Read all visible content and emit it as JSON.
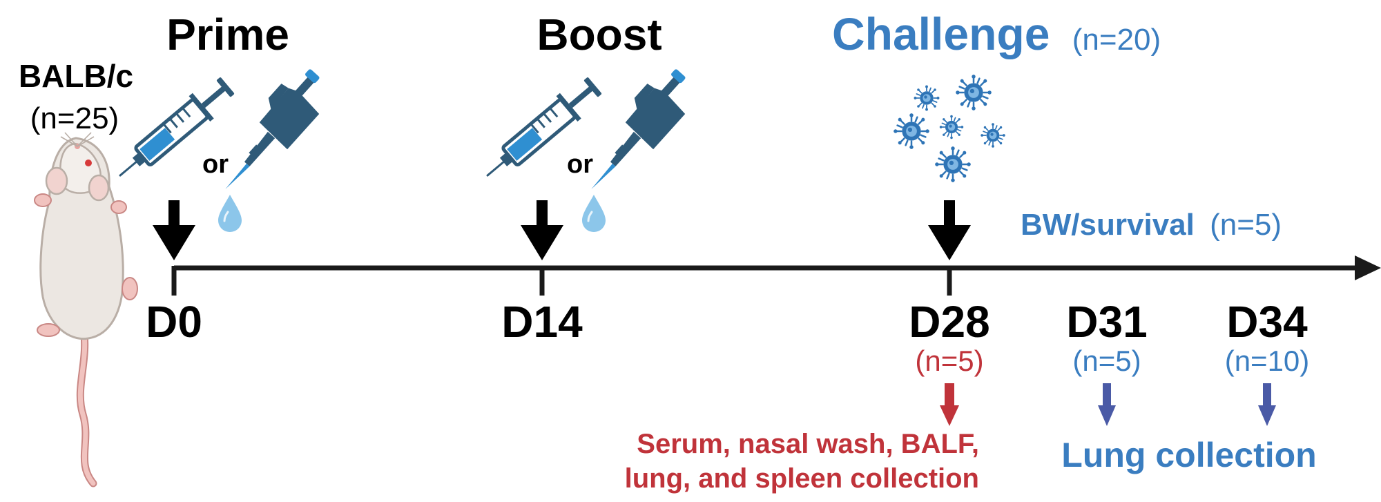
{
  "colors": {
    "black": "#000000",
    "blue": "#3a7dc0",
    "red": "#c0333a",
    "navy_arrow": "#4a5aa6",
    "syringe": "#2f5a78",
    "liquid": "#2f8fd1",
    "mouse_body": "#ece7e2",
    "mouse_pink": "#e7a3a0",
    "drop": "#8cc6ea",
    "virus": "#2e74b6"
  },
  "icons": {
    "mouse": "mouse-icon",
    "syringe": "syringe-icon",
    "pipette": "pipette-icon",
    "droplet": "droplet-icon",
    "virus": "virus-icon"
  },
  "subject": {
    "strain": "BALB/c",
    "n": "(n=25)"
  },
  "phases": {
    "prime": {
      "label": "Prime",
      "or": "or"
    },
    "boost": {
      "label": "Boost",
      "or": "or"
    },
    "challenge": {
      "label": "Challenge",
      "n": "(n=20)"
    }
  },
  "bw_survival": {
    "label": "BW/survival",
    "n": "(n=5)"
  },
  "timepoints": [
    {
      "day": "D0"
    },
    {
      "day": "D14"
    },
    {
      "day": "D28",
      "n": "(n=5)"
    },
    {
      "day": "D31",
      "n": "(n=5)"
    },
    {
      "day": "D34",
      "n": "(n=10)"
    }
  ],
  "collections": {
    "d28_line1": "Serum, nasal wash, BALF,",
    "d28_line2": "lung, and spleen collection",
    "lung": "Lung collection"
  }
}
